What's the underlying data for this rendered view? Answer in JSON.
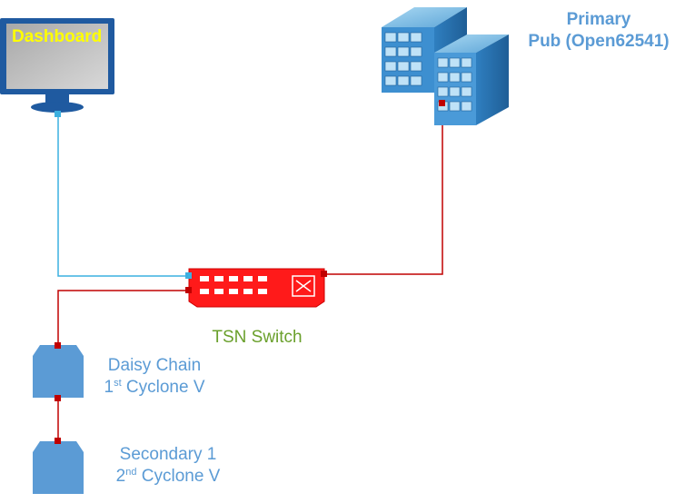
{
  "colors": {
    "link_blue": "#3cb0e0",
    "link_red": "#c00000",
    "label_blue": "#5b9bd5",
    "label_green": "#6aa02c",
    "dashboard_text": "#ffff00",
    "switch_red": "#ff1a1a",
    "device_blue": "#5b9bd5"
  },
  "nodes": {
    "dashboard": {
      "label": "Dashboard",
      "icon": "monitor-icon"
    },
    "primary": {
      "line1": "Primary",
      "line2": "Pub (Open62541)",
      "icon": "server-rack-icon"
    },
    "tsn_switch": {
      "label": "TSN Switch",
      "icon": "network-switch-icon"
    },
    "daisy_chain": {
      "line1": "Daisy Chain",
      "line2_num": "1",
      "line2_sup": "st",
      "line2_rest": "Cyclone V",
      "icon": "device-block-icon"
    },
    "secondary": {
      "line1": "Secondary 1",
      "line2_num": "2",
      "line2_sup": "nd",
      "line2_rest": "Cyclone V",
      "icon": "device-block-icon"
    }
  }
}
